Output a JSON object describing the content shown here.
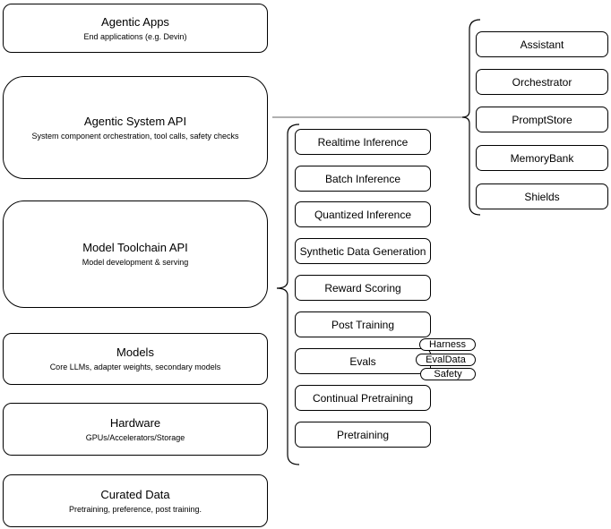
{
  "colors": {
    "background": "#ffffff",
    "outline": "#000000",
    "connector": "#808080"
  },
  "diagram": {
    "stack": [
      {
        "title": "Agentic Apps",
        "subtitle": "End applications (e.g. Devin)"
      },
      {
        "title": "Agentic System API",
        "subtitle": "System component orchestration, tool calls, safety checks"
      },
      {
        "title": "Model Toolchain API",
        "subtitle": "Model development & serving"
      },
      {
        "title": "Models",
        "subtitle": "Core LLMs, adapter weights, secondary models"
      },
      {
        "title": "Hardware",
        "subtitle": "GPUs/Accelerators/Storage"
      },
      {
        "title": "Curated Data",
        "subtitle": "Pretraining, preference, post training."
      }
    ],
    "toolchain_items": [
      "Realtime Inference",
      "Batch Inference",
      "Quantized Inference",
      "Synthetic Data Generation",
      "Reward Scoring",
      "Post Training",
      "Evals",
      "Continual Pretraining",
      "Pretraining"
    ],
    "eval_tags": [
      "Harness",
      "EvalData",
      "Safety"
    ],
    "system_components": [
      "Assistant",
      "Orchestrator",
      "PromptStore",
      "MemoryBank",
      "Shields"
    ]
  }
}
